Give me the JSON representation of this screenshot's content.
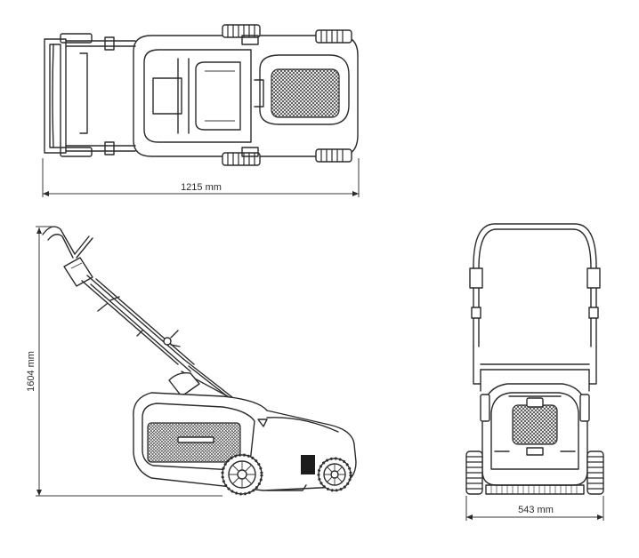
{
  "dimensions": {
    "length_label": "1215 mm",
    "height_label": "1604 mm",
    "width_label": "543 mm"
  }
}
